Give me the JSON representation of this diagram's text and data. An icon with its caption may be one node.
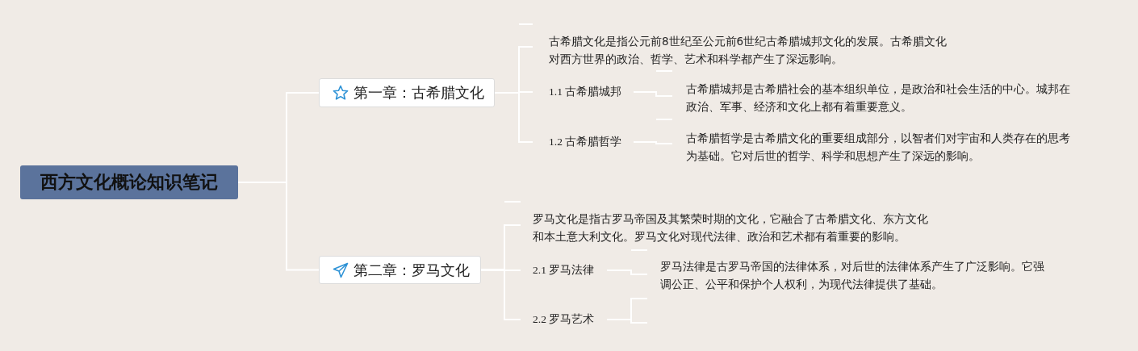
{
  "diagram": {
    "nodes": [
      {
        "text": [
          "西方文化概论知识笔记"
        ]
      },
      {
        "text": [
          "第一章：古希腊文化"
        ]
      },
      {
        "text": [
          "古希腊文化是指公元前8世纪至公元前6世纪古希腊城邦文化的发展。古希腊文化对西方世界的政治、哲学、艺术和科学都产生了深远影响。"
        ]
      },
      {
        "text": [
          "1.1 古希腊城邦"
        ]
      },
      {
        "text": [
          "古希腊城邦是古希腊社会的基本组织单位，是政治和社会生活的中心。城邦在政治、军事、经济和文化上都有着重要意义。"
        ]
      },
      {
        "text": [
          "1.2 古希腊哲学"
        ]
      },
      {
        "text": [
          "古希腊哲学是古希腊文化的重要组成部分，以智者们对宇宙和人类存在的思考为基础。它对后世的哲学、科学和思想产生了深远的影响。"
        ]
      },
      {
        "text": [
          "第二章：罗马文化"
        ]
      },
      {
        "text": [
          "罗马文化是指古罗马帝国及其繁荣时期的文化，它融合了古希腊文化、东方文化和本土意大利文化。罗马文化对现代法律、政治和艺术都有着重要的影响。"
        ]
      },
      {
        "text": [
          "2.1 罗马法律"
        ]
      },
      {
        "text": [
          "罗马法律是古罗马帝国的法律体系，对后世的法律体系产生了广泛影响。它强调公正、公平和保护个人权利，为现代法律提供了基础。"
        ]
      },
      {
        "text": [
          "2.2 罗马艺术"
        ]
      }
    ],
    "edges": [
      {
        "from": 0,
        "to": 1,
        "arrow": "none"
      },
      {
        "from": 0,
        "to": 7,
        "arrow": "none"
      },
      {
        "from": 1,
        "to": 2,
        "arrow": "none"
      },
      {
        "from": 1,
        "to": 3,
        "arrow": "none"
      },
      {
        "from": 1,
        "to": 5,
        "arrow": "none"
      },
      {
        "from": 3,
        "to": 4,
        "arrow": "none"
      },
      {
        "from": 5,
        "to": 6,
        "arrow": "none"
      },
      {
        "from": 7,
        "to": 8,
        "arrow": "none"
      },
      {
        "from": 7,
        "to": 9,
        "arrow": "none"
      },
      {
        "from": 7,
        "to": 11,
        "arrow": "none"
      },
      {
        "from": 9,
        "to": 10,
        "arrow": "none"
      }
    ]
  }
}
